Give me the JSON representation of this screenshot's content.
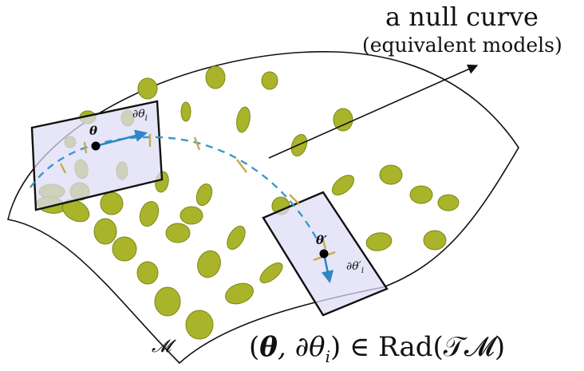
{
  "labels": {
    "title": "a null curve",
    "subtitle": "(equivalent models)",
    "manifold": "𝓜",
    "theta": "θ",
    "dtheta": "∂θ",
    "dtheta_sub": "i",
    "theta_prime": "θ′",
    "dtheta_prime": "∂θ′",
    "dtheta_prime_sub": "i",
    "formula_left": "(",
    "formula_theta": "θ",
    "formula_mid": ", ∂θ",
    "formula_sub": "i",
    "formula_right": ") ∈ Rad(𝒯𝓜)"
  },
  "colors": {
    "ellipse_fill": "#a9b42a",
    "ellipse_stroke": "#7d8717",
    "tick": "#c7a94a",
    "curve": "#3a97c8",
    "arrow": "#2f86c4",
    "panel_fill": "#e3e4f7"
  }
}
